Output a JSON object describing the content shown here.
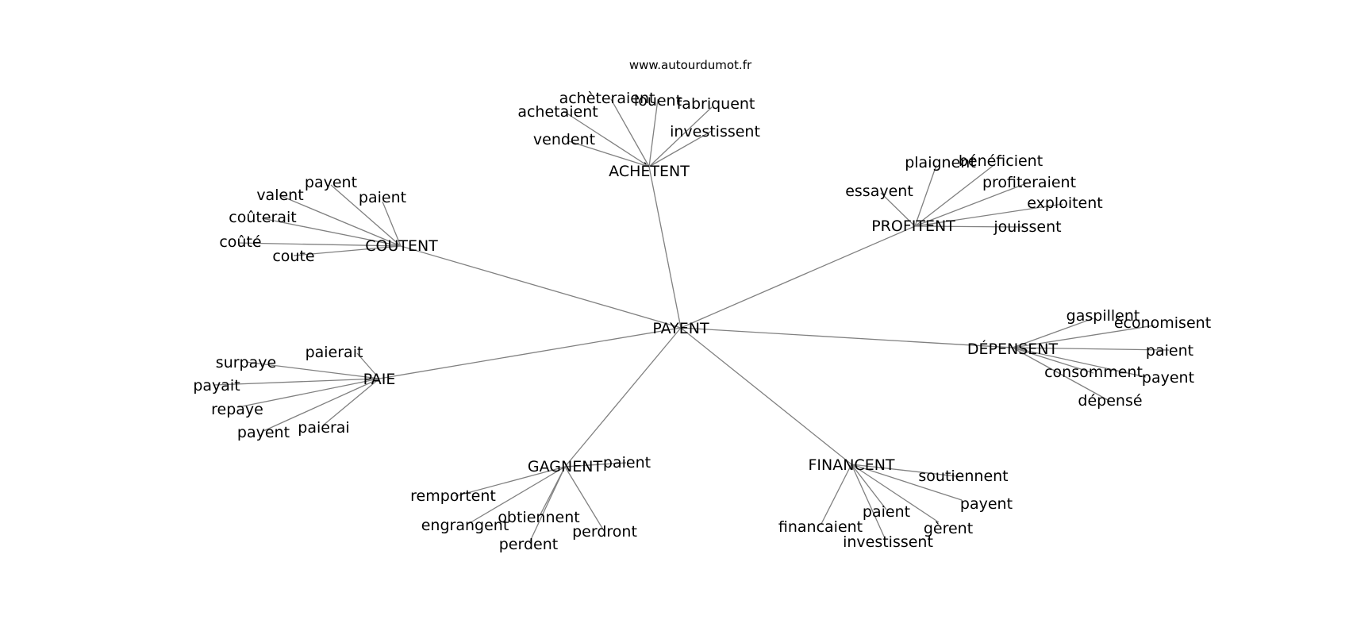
{
  "site": "www.autourdumot.fr",
  "style": {
    "edge_color": "#808080",
    "text_color": "#000000",
    "background": "#ffffff"
  },
  "center": "PAYENT",
  "clusters": [
    {
      "hub": "ACHÈTENT",
      "words": [
        "achèteraient",
        "louent",
        "fabriquent",
        "achetaient",
        "investissent",
        "vendent"
      ]
    },
    {
      "hub": "COUTENT",
      "words": [
        "payent",
        "valent",
        "paient",
        "coûterait",
        "coûté",
        "coute"
      ]
    },
    {
      "hub": "PROFITENT",
      "words": [
        "bénéficient",
        "plaignent",
        "profiteraient",
        "essayent",
        "exploitent",
        "jouissent"
      ]
    },
    {
      "hub": "DÉPENSENT",
      "words": [
        "gaspillent",
        "économisent",
        "paient",
        "consomment",
        "payent",
        "dépensé"
      ]
    },
    {
      "hub": "PAIE",
      "words": [
        "paierait",
        "surpaye",
        "payait",
        "repaye",
        "payent",
        "paierai"
      ]
    },
    {
      "hub": "GAGNENT",
      "words": [
        "paient",
        "remportent",
        "engrangent",
        "obtiennent",
        "perdront",
        "perdent"
      ]
    },
    {
      "hub": "FINANCENT",
      "words": [
        "soutiennent",
        "payent",
        "paient",
        "financaient",
        "gèrent",
        "investissent"
      ]
    }
  ]
}
